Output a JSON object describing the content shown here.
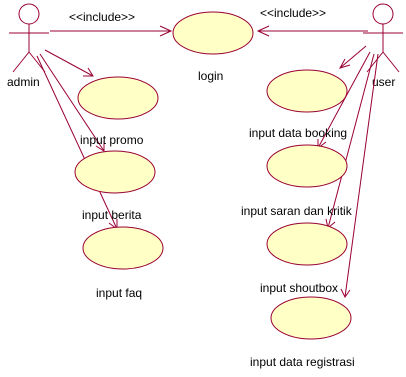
{
  "relationship_label": "<<include>>",
  "actors": {
    "admin": "admin",
    "user": "user"
  },
  "use_cases": {
    "login": "login",
    "input_promo": "input promo",
    "input_berita": "input berita",
    "input_faq": "input faq",
    "input_data_booking": "input data booking",
    "input_saran_dan_kritik": "input saran dan kritik",
    "input_shoutbox": "input shoutbox",
    "input_data_registrasi": "input data registrasi"
  },
  "colors": {
    "line": "#990033",
    "use_case_fill": "#ffffc6",
    "text": "#000000"
  }
}
